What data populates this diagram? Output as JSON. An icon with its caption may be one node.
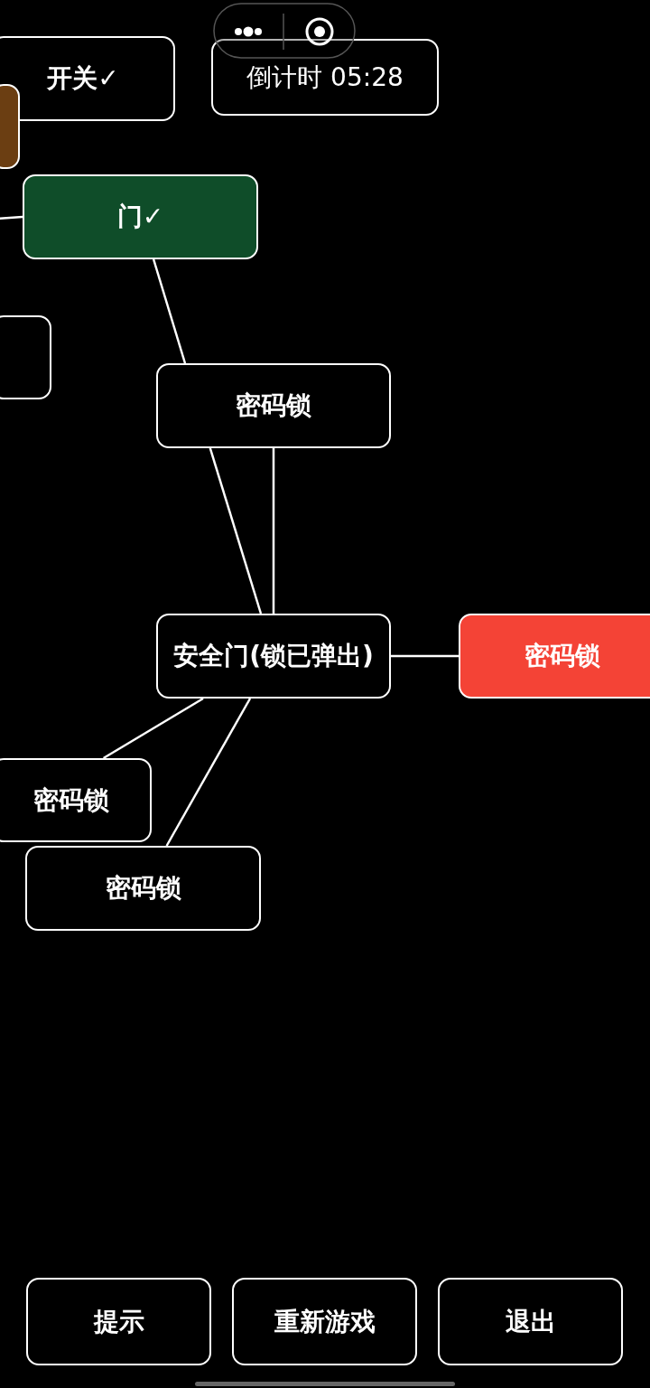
{
  "diagram": {
    "nodes": [
      {
        "text": [
          "开关✓"
        ]
      },
      {
        "text": [
          "倒计时 05:28"
        ]
      },
      {
        "text": [],
        "shape": "box"
      },
      {
        "text": [
          "门✓"
        ]
      },
      {
        "text": [],
        "shape": "box"
      },
      {
        "text": [
          "密码锁"
        ]
      },
      {
        "text": [
          "安全门(锁已弹出)"
        ]
      },
      {
        "text": [
          "密码锁"
        ]
      },
      {
        "text": [
          "密码锁"
        ]
      },
      {
        "text": [
          "密码锁"
        ]
      },
      {
        "text": [
          "提示"
        ]
      },
      {
        "text": [
          "重新游戏"
        ]
      },
      {
        "text": [
          "退出"
        ]
      }
    ],
    "edges": [
      {
        "from": null,
        "to": 3,
        "arrow": "none"
      },
      {
        "from": 3,
        "to": 5,
        "arrow": "none"
      },
      {
        "from": 5,
        "to": 6,
        "arrow": "none"
      },
      {
        "from": 5,
        "to": 6,
        "arrow": "none"
      },
      {
        "from": 6,
        "to": 7,
        "arrow": "none"
      },
      {
        "from": 6,
        "to": 8,
        "arrow": "none"
      },
      {
        "from": 6,
        "to": 9,
        "arrow": "none"
      }
    ]
  }
}
